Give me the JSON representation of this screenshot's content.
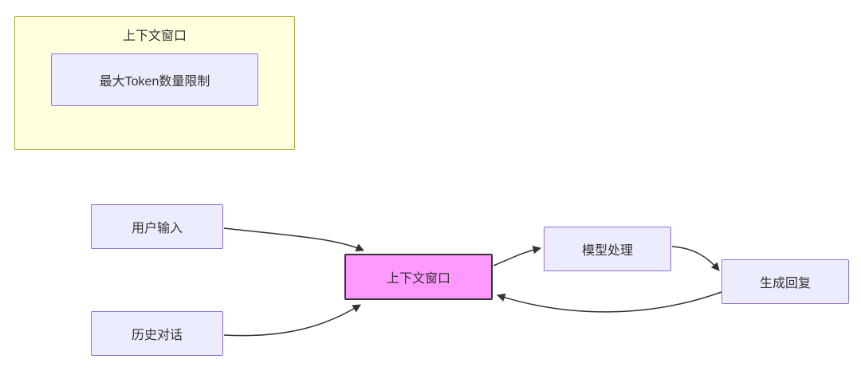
{
  "diagram": {
    "type": "flowchart",
    "subgraph": {
      "title": "上下文窗口",
      "node": "最大Token数量限制"
    },
    "nodes": {
      "user_input": "用户输入",
      "history": "历史对话",
      "context_window": "上下文窗口",
      "model_process": "模型处理",
      "generate_reply": "生成回复"
    },
    "edges": [
      {
        "from": "用户输入",
        "to": "上下文窗口"
      },
      {
        "from": "历史对话",
        "to": "上下文窗口"
      },
      {
        "from": "上下文窗口",
        "to": "模型处理"
      },
      {
        "from": "模型处理",
        "to": "生成回复"
      },
      {
        "from": "生成回复",
        "to": "上下文窗口"
      }
    ],
    "colors": {
      "subgraph_fill": "#ffffde",
      "subgraph_border": "#aaaa33",
      "node_fill": "#ececff",
      "node_border": "#9370db",
      "highlight_fill": "#ff99ff",
      "highlight_border": "#333333",
      "edge": "#333333",
      "text": "#333333",
      "background": "#ffffff"
    }
  }
}
